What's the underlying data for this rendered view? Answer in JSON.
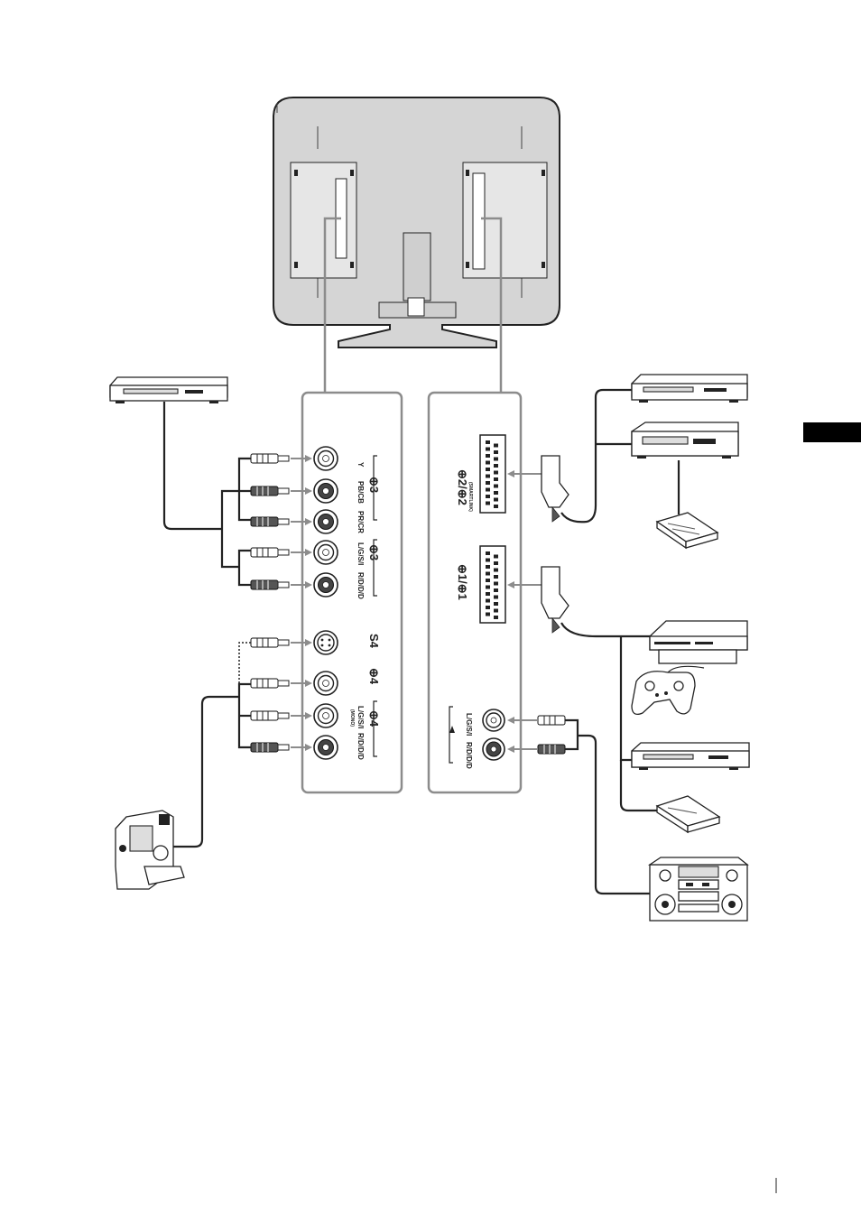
{
  "panel_left": {
    "jacks": [
      {
        "label": "Y"
      },
      {
        "label": "PB/CB"
      },
      {
        "label": "PR/CR"
      },
      {
        "label": "L/G/S/I"
      },
      {
        "label": "R/D/D/D"
      },
      {
        "label": ""
      },
      {
        "label": ""
      },
      {
        "label": "L/G/S/I"
      },
      {
        "label": "R/D/D/D"
      }
    ],
    "group_component": "⊕3",
    "group_audio3": "⊕3",
    "group_svideo": "S4",
    "group_video4": "⊕4",
    "group_audio4": "⊕4",
    "mono_note": "(MONO)"
  },
  "panel_right": {
    "scart2_label": "⊕2/⊕2",
    "scart2_sub": "(SMARTLINK)",
    "scart1_label": "⊕1/⊕1",
    "audio_out_label_l": "L/G/S/I",
    "audio_out_label_r": "R/D/D/D"
  },
  "colors": {
    "panel_border": "#8c8c8c",
    "tv_back": "#d5d5d5",
    "side_tab": "#000000"
  },
  "icons": {
    "tv": "tv-rear-icon",
    "dvd_left": "dvd-player-icon",
    "camcorder": "camcorder-icon",
    "dvd_recorder": "dvd-recorder-icon",
    "vcr": "vcr-icon",
    "decoder_top": "decoder-icon",
    "game_console": "game-console-icon",
    "gamepad": "gamepad-icon",
    "dvd_player_right": "dvd-player-icon",
    "decoder_bottom": "decoder-icon",
    "hifi": "hifi-system-icon"
  }
}
